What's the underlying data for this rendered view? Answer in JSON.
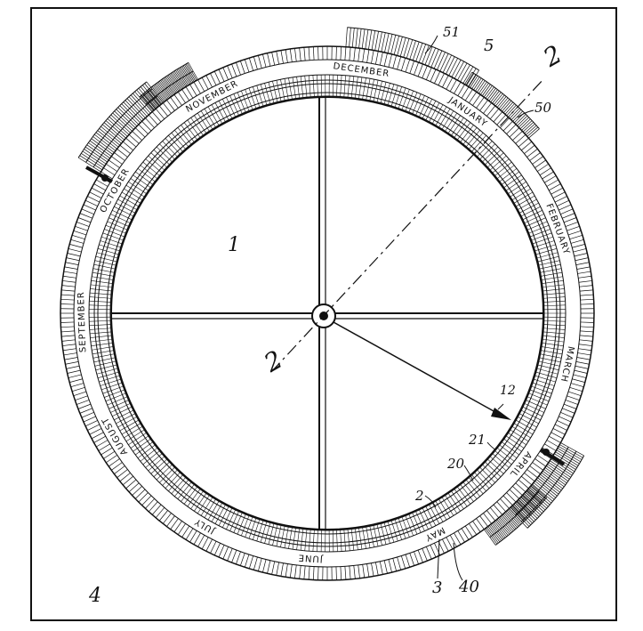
{
  "figure": {
    "reference_numerals": {
      "n1": "1",
      "n2": "2",
      "n3": "3",
      "n4": "4",
      "n5": "5",
      "n12": "12",
      "n20": "20",
      "n21": "21",
      "n40": "40",
      "n50": "50",
      "n51": "51",
      "section_mark": "2"
    },
    "months": [
      "JANUARY",
      "FEBRUARY",
      "MARCH",
      "APRIL",
      "MAY",
      "JUNE",
      "JULY",
      "AUGUST",
      "SEPTEMBER",
      "OCTOBER",
      "NOVEMBER",
      "DECEMBER"
    ]
  }
}
